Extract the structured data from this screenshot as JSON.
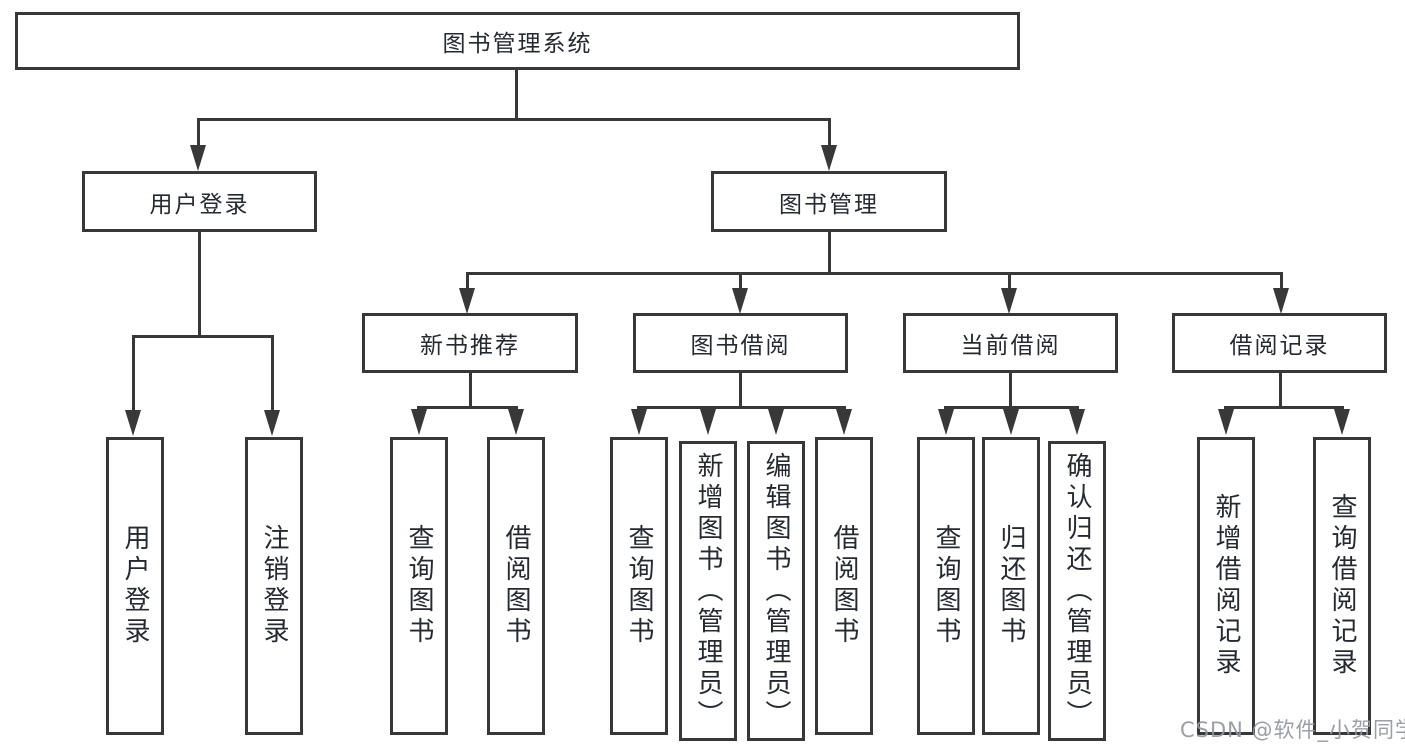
{
  "tree": {
    "label": "图书管理系统",
    "children": [
      {
        "label": "用户登录",
        "children": [
          {
            "label": "用户登录"
          },
          {
            "label": "注销登录"
          }
        ]
      },
      {
        "label": "图书管理",
        "children": [
          {
            "label": "新书推荐",
            "children": [
              {
                "label": "查询图书"
              },
              {
                "label": "借阅图书"
              }
            ]
          },
          {
            "label": "图书借阅",
            "children": [
              {
                "label": "查询图书"
              },
              {
                "label": "新增图书（管理员）"
              },
              {
                "label": "编辑图书（管理员）"
              },
              {
                "label": "借阅图书"
              }
            ]
          },
          {
            "label": "当前借阅",
            "children": [
              {
                "label": "查询图书"
              },
              {
                "label": "归还图书"
              },
              {
                "label": "确认归还（管理员）"
              }
            ]
          },
          {
            "label": "借阅记录",
            "children": [
              {
                "label": "新增借阅记录"
              },
              {
                "label": "查询借阅记录"
              }
            ]
          }
        ]
      }
    ]
  },
  "watermark": {
    "text": "CSDN @软件_小贺同学"
  },
  "colors": {
    "line": "#383838",
    "text": "#262a30",
    "watermark": "#9496a0",
    "background": "#ffffff"
  }
}
